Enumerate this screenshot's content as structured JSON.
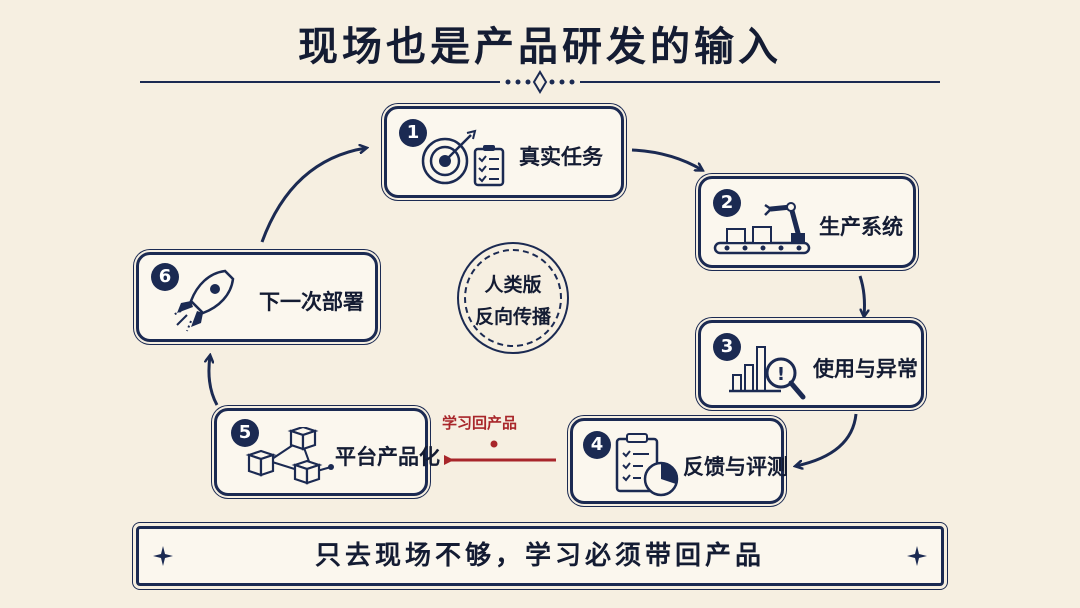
{
  "title": "现场也是产品研发的输入",
  "center": {
    "line1": "人类版",
    "line2": "反向传播"
  },
  "steps": [
    {
      "num": "1",
      "label": "真实任务",
      "icon": "target-checklist-icon"
    },
    {
      "num": "2",
      "label": "生产系统",
      "icon": "robot-arm-conveyor-icon"
    },
    {
      "num": "3",
      "label": "使用与异常",
      "icon": "bar-chart-magnifier-icon"
    },
    {
      "num": "4",
      "label": "反馈与评测",
      "icon": "clipboard-pie-chart-icon"
    },
    {
      "num": "5",
      "label": "平台产品化",
      "icon": "cubes-network-icon"
    },
    {
      "num": "6",
      "label": "下一次部署",
      "icon": "rocket-icon"
    }
  ],
  "red_arrow_label": "学习回产品",
  "banner": "只去现场不够，学习必须带回产品",
  "colors": {
    "navy": "#1b2a52",
    "background": "#f6efe1",
    "red": "#a8262a"
  }
}
